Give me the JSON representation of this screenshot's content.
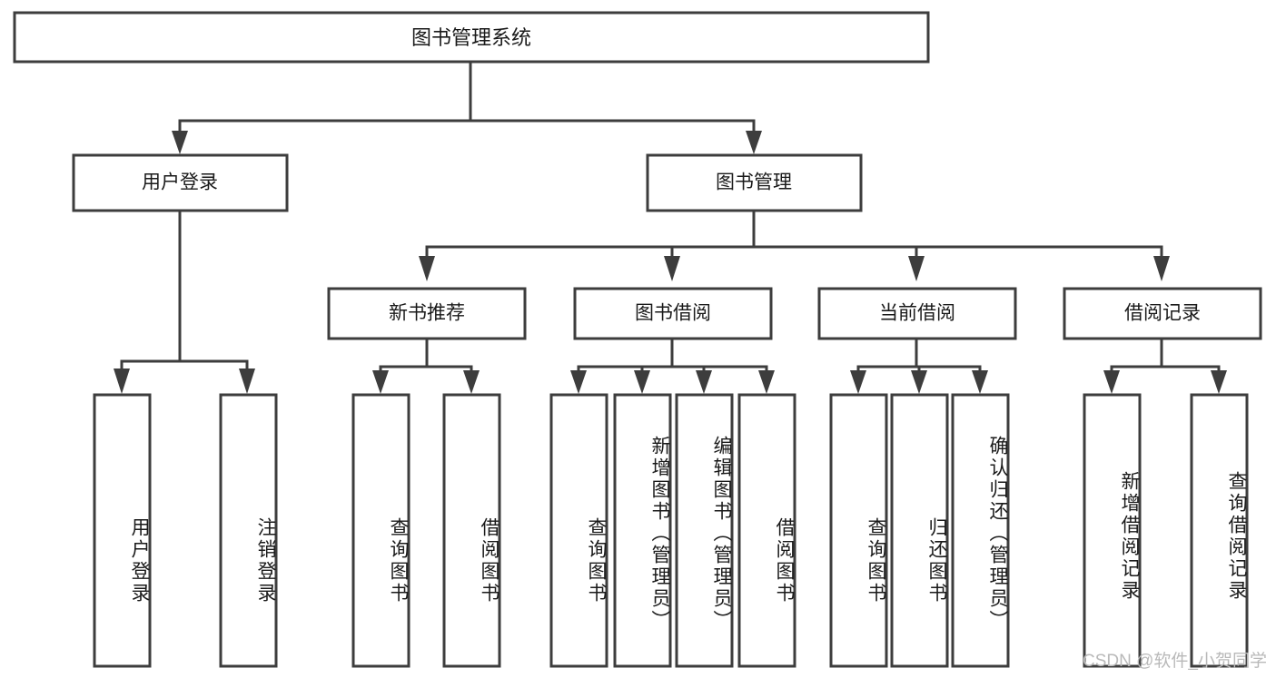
{
  "diagram": {
    "type": "tree",
    "title": "图书管理系统",
    "root": {
      "id": "root",
      "label": "图书管理系统"
    },
    "level1": [
      {
        "id": "user-login",
        "label": "用户登录"
      },
      {
        "id": "book-manage",
        "label": "图书管理"
      }
    ],
    "level2": [
      {
        "id": "new-book-rec",
        "label": "新书推荐",
        "parent": "book-manage"
      },
      {
        "id": "book-borrow",
        "label": "图书借阅",
        "parent": "book-manage"
      },
      {
        "id": "current-borrow",
        "label": "当前借阅",
        "parent": "book-manage"
      },
      {
        "id": "borrow-record",
        "label": "借阅记录",
        "parent": "book-manage"
      }
    ],
    "leaves": [
      {
        "id": "leaf-user-login",
        "label": "用户登录",
        "parent": "user-login"
      },
      {
        "id": "leaf-user-logout",
        "label": "注销登录",
        "parent": "user-login"
      },
      {
        "id": "leaf-query-book-1",
        "label": "查询图书",
        "parent": "new-book-rec"
      },
      {
        "id": "leaf-borrow-book-1",
        "label": "借阅图书",
        "parent": "new-book-rec"
      },
      {
        "id": "leaf-query-book-2",
        "label": "查询图书",
        "parent": "book-borrow"
      },
      {
        "id": "leaf-add-book",
        "label": "新增图书（管理员）",
        "parent": "book-borrow"
      },
      {
        "id": "leaf-edit-book",
        "label": "编辑图书（管理员）",
        "parent": "book-borrow"
      },
      {
        "id": "leaf-borrow-book-2",
        "label": "借阅图书",
        "parent": "book-borrow"
      },
      {
        "id": "leaf-query-book-3",
        "label": "查询图书",
        "parent": "current-borrow"
      },
      {
        "id": "leaf-return-book",
        "label": "归还图书",
        "parent": "current-borrow"
      },
      {
        "id": "leaf-confirm-return",
        "label": "确认归还（管理员）",
        "parent": "current-borrow"
      },
      {
        "id": "leaf-add-record",
        "label": "新增借阅记录",
        "parent": "borrow-record"
      },
      {
        "id": "leaf-query-record",
        "label": "查询借阅记录",
        "parent": "borrow-record"
      }
    ]
  },
  "watermark": {
    "text": "CSDN @软件_小贺同学"
  },
  "colors": {
    "stroke": "#3d3d3d",
    "box_fill": "#ffffff",
    "text": "#1a1a1a",
    "background": "#ffffff",
    "watermark": "#b9b9b9"
  }
}
